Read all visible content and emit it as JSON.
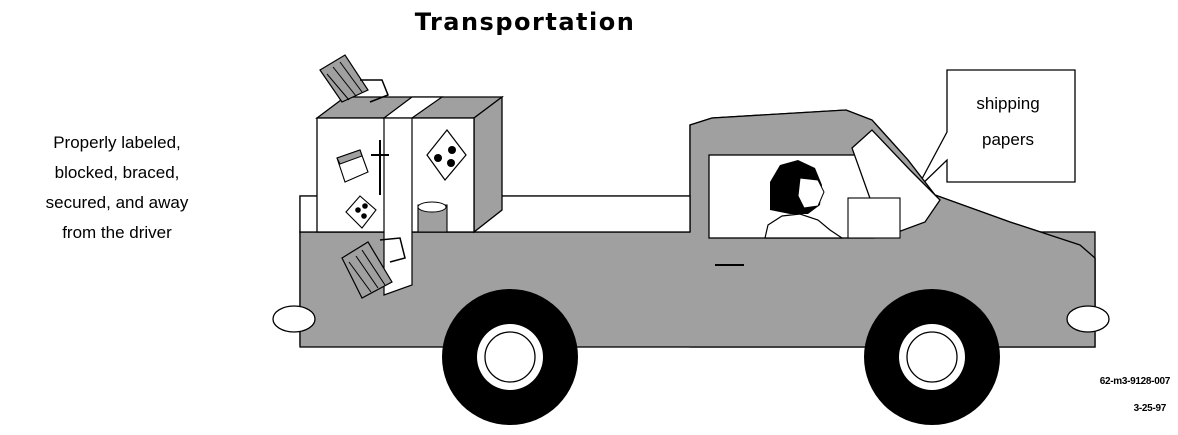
{
  "title": "Transportation",
  "left_caption": {
    "lines": [
      "Properly labeled,",
      "blocked, braced,",
      "secured, and away",
      "from the driver"
    ]
  },
  "callout": {
    "lines": [
      "shipping",
      "papers"
    ]
  },
  "document_code": {
    "id": "62-m3-9128-007",
    "date": "3-25-97"
  },
  "colors": {
    "truck_body": "#a0a0a0",
    "outline": "#000000",
    "tire": "#000000",
    "background": "#ffffff"
  },
  "icons": {
    "truck": "pickup-truck-icon",
    "driver": "driver-icon",
    "radiation_label": "radiation-label-icon",
    "package": "package-icon"
  }
}
